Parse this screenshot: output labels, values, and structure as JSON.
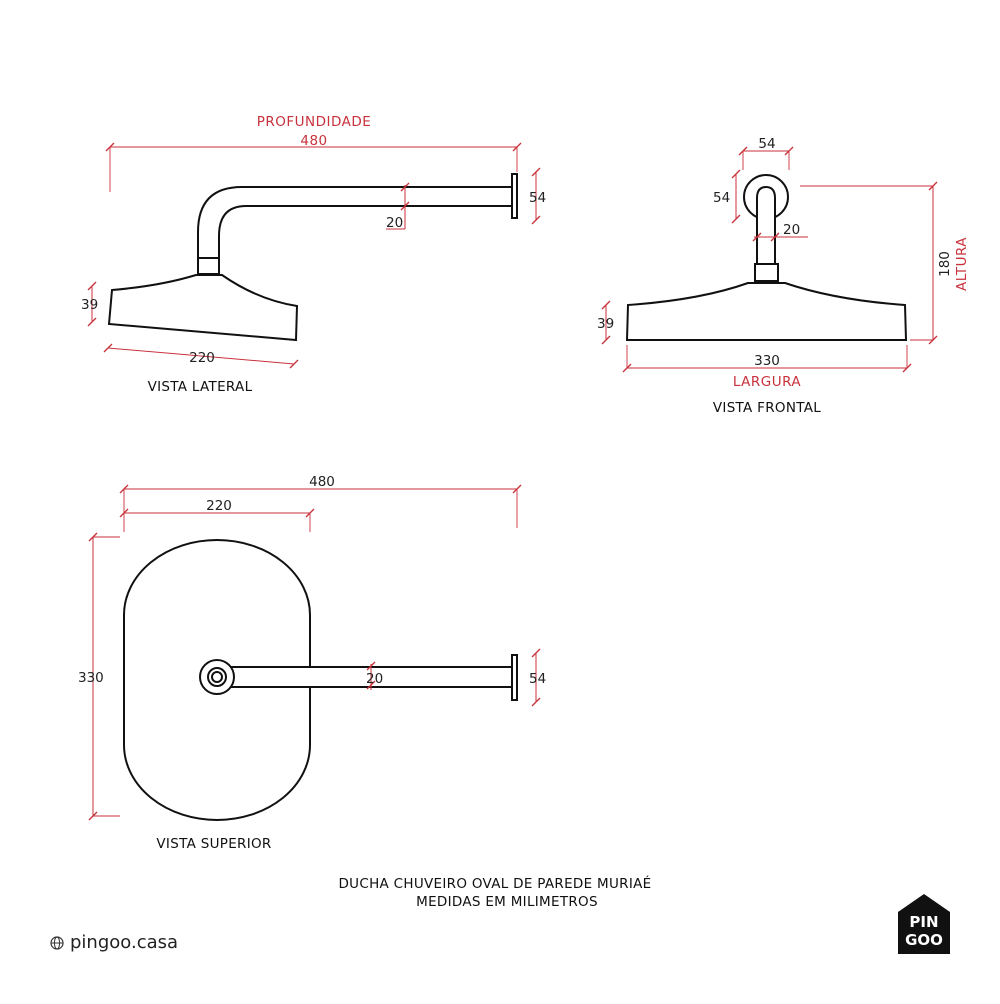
{
  "title_lines": [
    "DUCHA CHUVEIRO OVAL DE PAREDE MURIAÉ",
    "MEDIDAS EM MILIMETROS"
  ],
  "views": {
    "lateral": {
      "caption": "VISTA LATERAL",
      "depth_label": "PROFUNDIDADE",
      "depth_value": "480",
      "flange_value": "54",
      "arm_value": "20",
      "head_height_value": "39",
      "head_length_value": "220"
    },
    "frontal": {
      "caption": "VISTA FRONTAL",
      "flange_width_value": "54",
      "flange_height_value": "54",
      "arm_value": "20",
      "height_value": "180",
      "height_label": "ALTURA",
      "head_height_value": "39",
      "width_value": "330",
      "width_label": "LARGURA"
    },
    "superior": {
      "caption": "VISTA SUPERIOR",
      "total_length_value": "480",
      "head_length_value": "220",
      "head_width_value": "330",
      "arm_value": "20",
      "flange_value": "54"
    }
  },
  "brand": {
    "site": "pingoo.casa",
    "logo_line1": "PIN",
    "logo_line2": "GOO"
  },
  "colors": {
    "dimension": "#c8323c",
    "outline": "#111111"
  },
  "icons": [
    "globe-icon",
    "pingoo-house-logo"
  ]
}
